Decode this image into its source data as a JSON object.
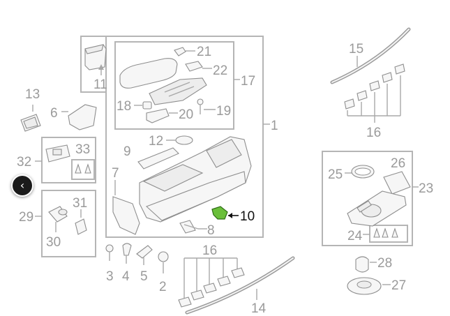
{
  "callouts": {
    "c1": "1",
    "c2": "2",
    "c3": "3",
    "c4": "4",
    "c5": "5",
    "c6": "6",
    "c7": "7",
    "c8": "8",
    "c9": "9",
    "c10": "10",
    "c11": "11",
    "c12": "12",
    "c13": "13",
    "c14": "14",
    "c15": "15",
    "c16a": "16",
    "c16b": "16",
    "c17": "17",
    "c18": "18",
    "c19": "19",
    "c20": "20",
    "c21": "21",
    "c22": "22",
    "c23": "23",
    "c24": "24",
    "c25": "25",
    "c26": "26",
    "c27": "27",
    "c28": "28",
    "c29": "29",
    "c30": "30",
    "c31": "31",
    "c32": "32",
    "c33": "33"
  },
  "highlight": {
    "part": "10",
    "color": "#6abf3a"
  },
  "colors": {
    "line": "#a8a8a8",
    "label": "#9a9a9a",
    "highlight_label": "#111111"
  },
  "nav": {
    "icon": "chevron-left-icon",
    "glyph": "‹"
  }
}
